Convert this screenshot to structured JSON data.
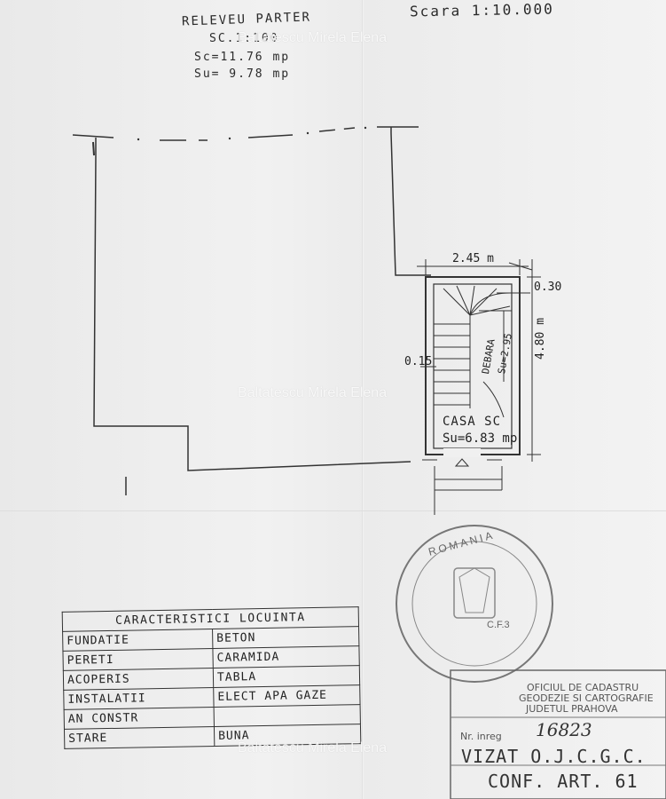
{
  "header": {
    "title": "RELEVEU PARTER",
    "scale_sc": "SC.1:100",
    "sc_area": "Sc=11.76 mp",
    "su_area": "Su= 9.78 mp",
    "map_scale": "Scara 1:10.000"
  },
  "watermark": "Baltatescu Mirela Elena",
  "plan": {
    "dim_width": "2.45 m",
    "dim_wall": "0.30",
    "dim_left": "0.15",
    "dim_height": "4.80 m",
    "room_name": "CASA SC",
    "room_area": "Su=6.83 mp",
    "closet_name": "DEBARA",
    "closet_area": "Su=2.95"
  },
  "table": {
    "title": "CARACTERISTICI LOCUINTA",
    "rows": [
      {
        "key": "FUNDATIE",
        "value": "BETON"
      },
      {
        "key": "PERETI",
        "value": "CARAMIDA"
      },
      {
        "key": "ACOPERIS",
        "value": "TABLA"
      },
      {
        "key": "INSTALATII",
        "value": "ELECT APA GAZE"
      },
      {
        "key": "AN CONSTR",
        "value": ""
      },
      {
        "key": "STARE",
        "value": "BUNA"
      }
    ]
  },
  "stamp": {
    "seal_top": "ROMANIA",
    "seal_mid": "C.F.3",
    "office_line1": "OFICIUL DE CADASTRU",
    "office_line2": "GEODEZIE SI CARTOGRAFIE",
    "office_line3": "JUDETUL PRAHOVA",
    "reg_label": "Nr. inreg",
    "reg_number": "16823",
    "vizat": "VIZAT O.J.C.G.C.",
    "conf": "CONF. ART. 61"
  }
}
